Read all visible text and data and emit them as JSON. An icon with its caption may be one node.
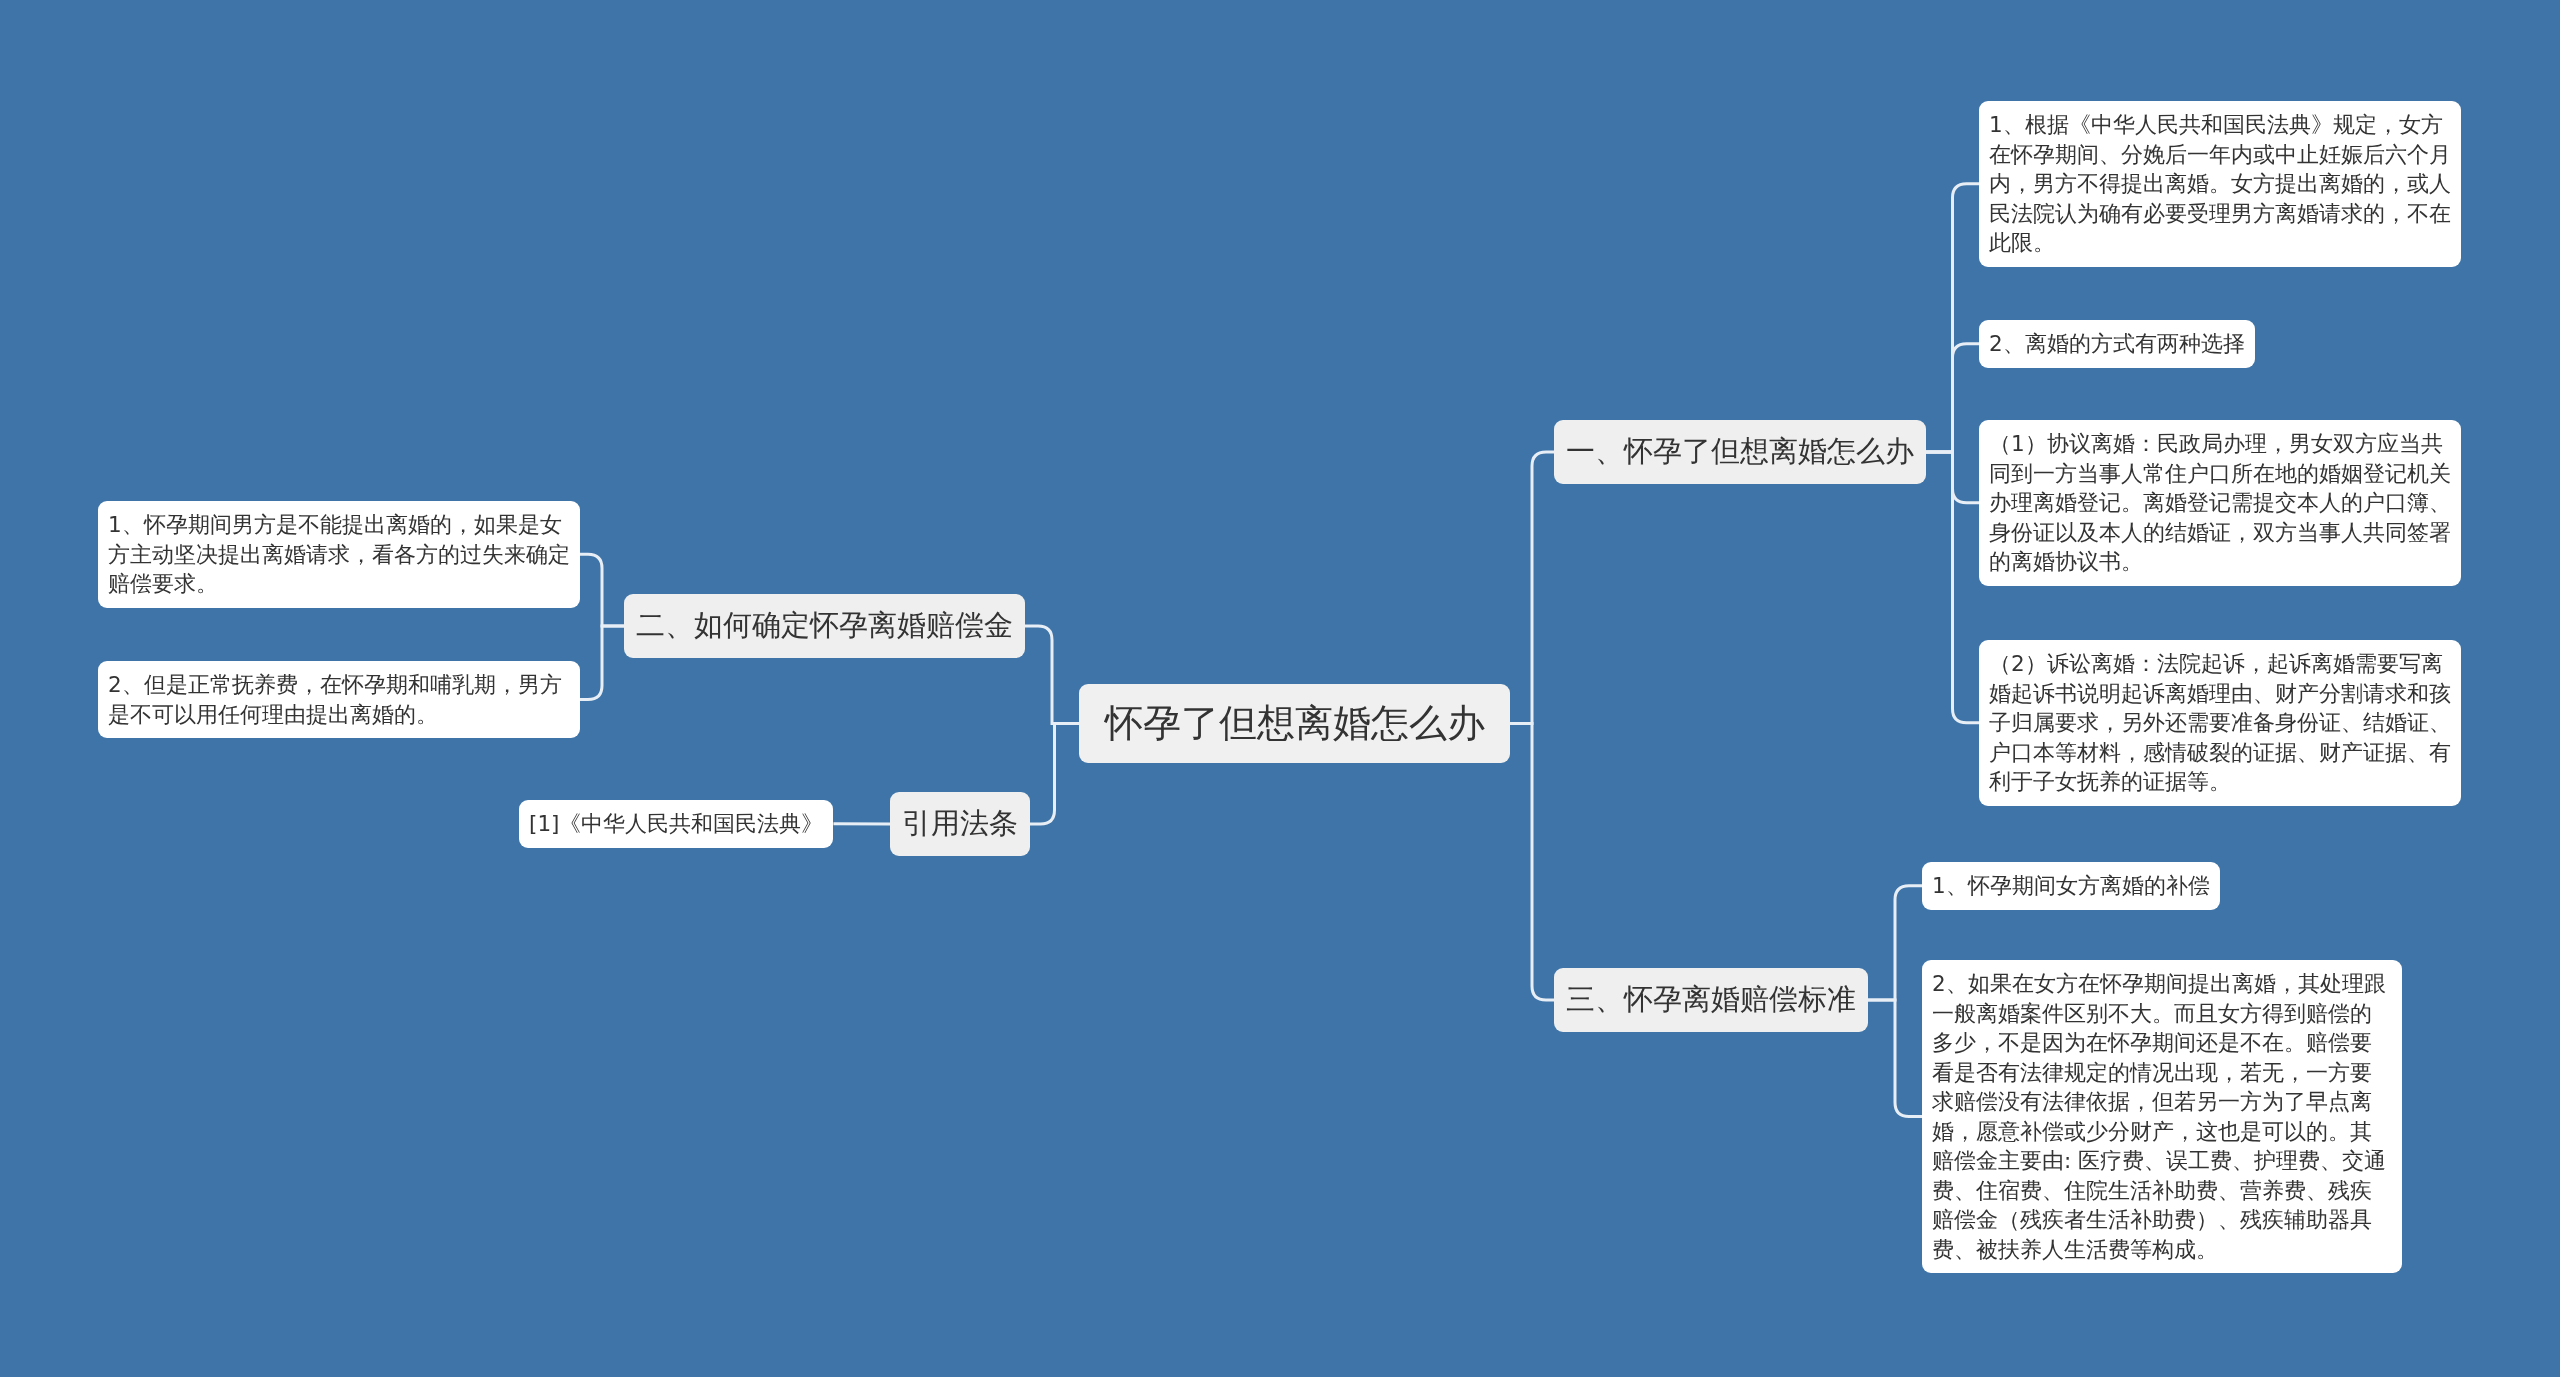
{
  "diagram": {
    "nodes": [
      {
        "text": [
          "怀孕了但想离婚怎么办"
        ]
      },
      {
        "text": [
          "一、怀孕了但想离婚怎么办"
        ]
      },
      {
        "text": [
          "1、根据《中华人民共和国民法典》规定，女方在怀孕期间、分娩后一年内或中止妊娠后六个月内，男方不得提出离婚。女方提出离婚的，或人民法院认为确有必要受理男方离婚请求的，不在此限。"
        ]
      },
      {
        "text": [
          "2、离婚的方式有两种选择"
        ]
      },
      {
        "text": [
          "（1）协议离婚：民政局办理，男女双方应当共同到一方当事人常住户口所在地的婚姻登记机关办理离婚登记。离婚登记需提交本人的户口簿、身份证以及本人的结婚证，双方当事人共同签署的离婚协议书。"
        ]
      },
      {
        "text": [
          "（2）诉讼离婚：法院起诉，起诉离婚需要写离婚起诉书说明起诉离婚理由、财产分割请求和孩子归属要求，另外还需要准备身份证、结婚证、户口本等材料，感情破裂的证据、财产证据、有利于子女抚养的证据等。"
        ]
      },
      {
        "text": [
          "三、怀孕离婚赔偿标准"
        ]
      },
      {
        "text": [
          "1、怀孕期间女方离婚的补偿"
        ]
      },
      {
        "text": [
          "2、如果在女方在怀孕期间提出离婚，其处理跟一般离婚案件区别不大。而且女方得到赔偿的多少，不是因为在怀孕期间还是不在。赔偿要看是否有法律规定的情况出现，若无，一方要求赔偿没有法律依据，但若另一方为了早点离婚，愿意补偿或少分财产，这也是可以的。其赔偿金主要由: 医疗费、误工费、护理费、交通费、住宿费、住院生活补助费、营养费、残疾赔偿金（残疾者生活补助费）、残疾辅助器具费、被扶养人生活费等构成。"
        ]
      },
      {
        "text": [
          "二、如何确定怀孕离婚赔偿金"
        ]
      },
      {
        "text": [
          "1、怀孕期间男方是不能提出离婚的，如果是女方主动坚决提出离婚请求，看各方的过失来确定赔偿要求。"
        ]
      },
      {
        "text": [
          "2、但是正常抚养费，在怀孕期和哺乳期，男方是不可以用任何理由提出离婚的。"
        ]
      },
      {
        "text": [
          "引用法条"
        ]
      },
      {
        "text": [
          "[1]《中华人民共和国民法典》"
        ]
      }
    ],
    "edges": [
      {
        "from": 0,
        "to": 1,
        "arrow": "none"
      },
      {
        "from": 1,
        "to": 2,
        "arrow": "none"
      },
      {
        "from": 1,
        "to": 3,
        "arrow": "none"
      },
      {
        "from": 1,
        "to": 4,
        "arrow": "none"
      },
      {
        "from": 1,
        "to": 5,
        "arrow": "none"
      },
      {
        "from": 0,
        "to": 6,
        "arrow": "none"
      },
      {
        "from": 6,
        "to": 7,
        "arrow": "none"
      },
      {
        "from": 6,
        "to": 8,
        "arrow": "none"
      },
      {
        "from": 0,
        "to": 9,
        "arrow": "none"
      },
      {
        "from": 9,
        "to": 10,
        "arrow": "none"
      },
      {
        "from": 9,
        "to": 11,
        "arrow": "none"
      },
      {
        "from": 0,
        "to": 12,
        "arrow": "none"
      },
      {
        "from": 12,
        "to": 13,
        "arrow": "none"
      }
    ]
  }
}
